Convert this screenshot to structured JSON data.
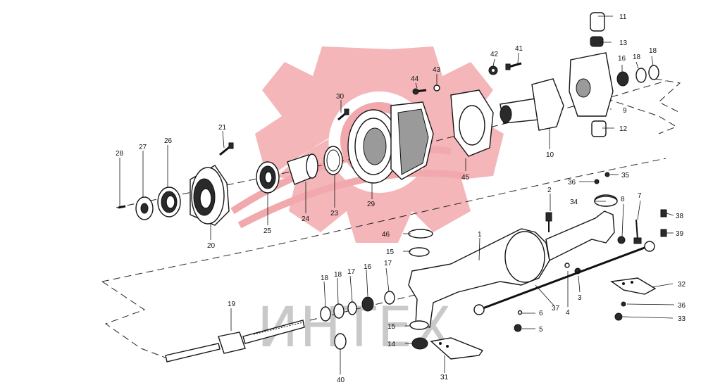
{
  "watermark": {
    "text": "ИНТЕХ",
    "color": "#f2a9ad",
    "text_color": "#8a8a8a"
  },
  "callouts": [
    {
      "id": "c1",
      "label": "1"
    },
    {
      "id": "c2",
      "label": "2"
    },
    {
      "id": "c3",
      "label": "3"
    },
    {
      "id": "c4",
      "label": "4"
    },
    {
      "id": "c5",
      "label": "5"
    },
    {
      "id": "c6",
      "label": "6"
    },
    {
      "id": "c7",
      "label": "7"
    },
    {
      "id": "c8",
      "label": "8"
    },
    {
      "id": "c9",
      "label": "9"
    },
    {
      "id": "c10",
      "label": "10"
    },
    {
      "id": "c11",
      "label": "11"
    },
    {
      "id": "c12",
      "label": "12"
    },
    {
      "id": "c13",
      "label": "13"
    },
    {
      "id": "c14",
      "label": "14"
    },
    {
      "id": "c15a",
      "label": "15"
    },
    {
      "id": "c15b",
      "label": "15"
    },
    {
      "id": "c16a",
      "label": "16"
    },
    {
      "id": "c16b",
      "label": "16"
    },
    {
      "id": "c17a",
      "label": "17"
    },
    {
      "id": "c17b",
      "label": "17"
    },
    {
      "id": "c18a",
      "label": "18"
    },
    {
      "id": "c18b",
      "label": "18"
    },
    {
      "id": "c18c",
      "label": "18"
    },
    {
      "id": "c18d",
      "label": "18"
    },
    {
      "id": "c19",
      "label": "19"
    },
    {
      "id": "c20",
      "label": "20"
    },
    {
      "id": "c21",
      "label": "21"
    },
    {
      "id": "c23",
      "label": "23"
    },
    {
      "id": "c24",
      "label": "24"
    },
    {
      "id": "c25",
      "label": "25"
    },
    {
      "id": "c26",
      "label": "26"
    },
    {
      "id": "c27",
      "label": "27"
    },
    {
      "id": "c28",
      "label": "28"
    },
    {
      "id": "c29",
      "label": "29"
    },
    {
      "id": "c30",
      "label": "30"
    },
    {
      "id": "c31",
      "label": "31"
    },
    {
      "id": "c32",
      "label": "32"
    },
    {
      "id": "c33",
      "label": "33"
    },
    {
      "id": "c34",
      "label": "34"
    },
    {
      "id": "c35",
      "label": "35"
    },
    {
      "id": "c36a",
      "label": "36"
    },
    {
      "id": "c36b",
      "label": "36"
    },
    {
      "id": "c37",
      "label": "37"
    },
    {
      "id": "c38",
      "label": "38"
    },
    {
      "id": "c39",
      "label": "39"
    },
    {
      "id": "c40",
      "label": "40"
    },
    {
      "id": "c41",
      "label": "41"
    },
    {
      "id": "c42",
      "label": "42"
    },
    {
      "id": "c43",
      "label": "43"
    },
    {
      "id": "c44",
      "label": "44"
    },
    {
      "id": "c45",
      "label": "45"
    },
    {
      "id": "c46",
      "label": "46"
    }
  ]
}
